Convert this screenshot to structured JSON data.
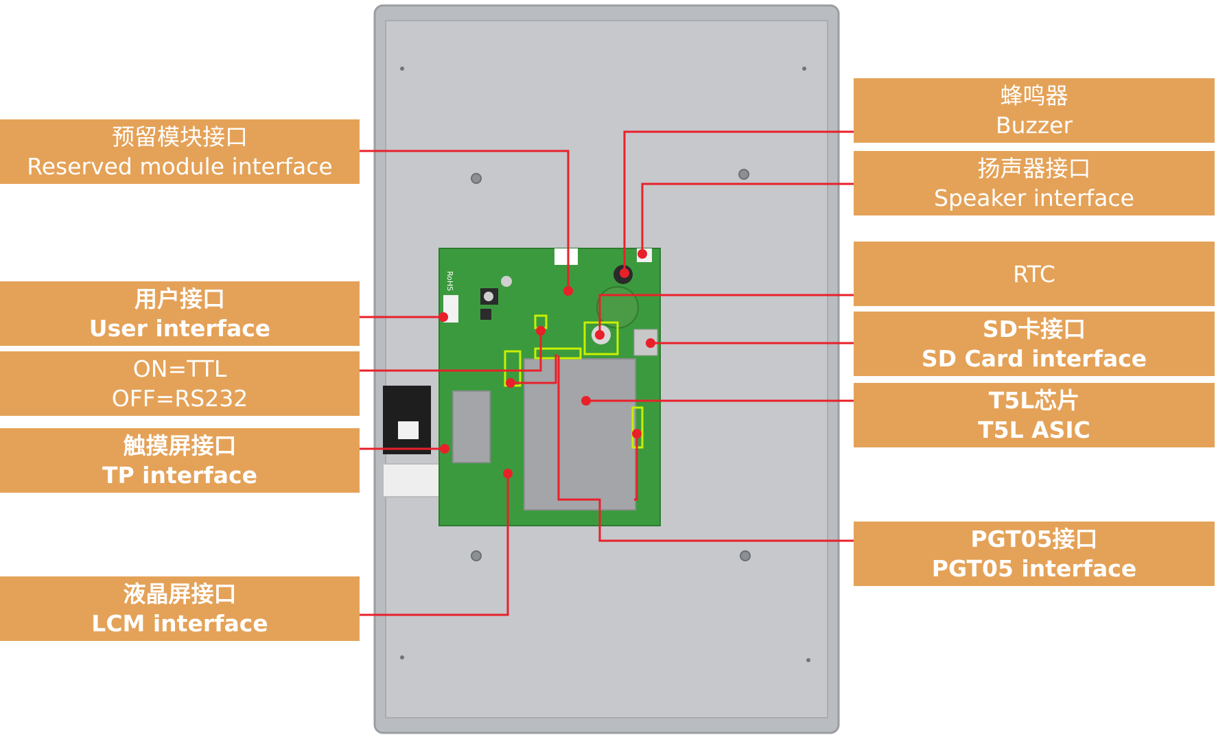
{
  "colors": {
    "label_bg": "#e4a258",
    "label_text": "#ffffff",
    "leader_line": "#e8202a",
    "highlight_box": "#c8f000",
    "pcb": "#3c9a3e",
    "panel": "#b9bcc0",
    "shield": "#a3a5a8"
  },
  "labels": {
    "reserved_module": {
      "zh": "预留模块接口",
      "en": "Reserved module interface"
    },
    "user_interface": {
      "zh": "用户接口",
      "en": "User interface"
    },
    "on_off": {
      "zh": "ON=TTL",
      "en": "OFF=RS232"
    },
    "tp_interface": {
      "zh": "触摸屏接口",
      "en": "TP interface"
    },
    "lcm_interface": {
      "zh": "液晶屏接口",
      "en": "LCM interface"
    },
    "buzzer": {
      "zh": "蜂鸣器",
      "en": "Buzzer"
    },
    "speaker_interface": {
      "zh": "扬声器接口",
      "en": "Speaker interface"
    },
    "rtc": {
      "en": "RTC"
    },
    "sd_card": {
      "zh": "SD卡接口",
      "en": "SD Card interface"
    },
    "t5l": {
      "zh": "T5L芯片",
      "en": "T5L ASIC"
    },
    "pgt05": {
      "zh": "PGT05接口",
      "en": "PGT05 interface"
    }
  },
  "board_marking": "RoHS"
}
